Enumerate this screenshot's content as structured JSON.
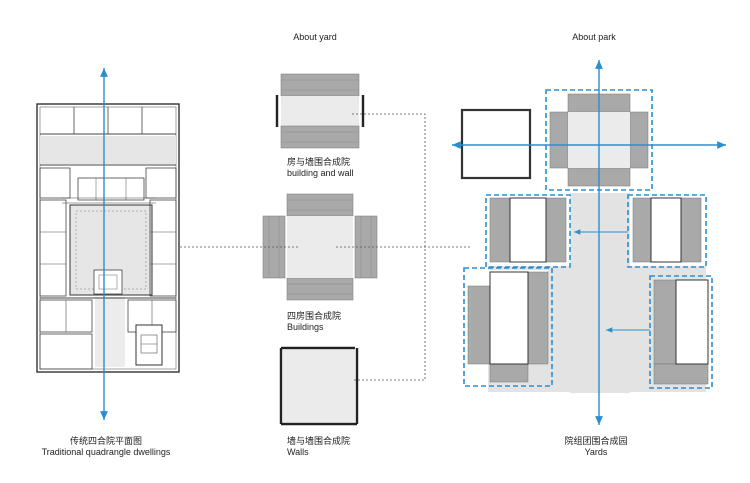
{
  "headers": {
    "about_yard": "About yard",
    "about_park": "About park"
  },
  "labels": {
    "traditional_cn": "传统四合院平面图",
    "traditional_en": "Traditional quadrangle dwellings",
    "building_wall_cn": "房与墙围合成院",
    "building_wall_en": "building and wall",
    "buildings_cn": "四房围合成院",
    "buildings_en": "Buildings",
    "walls_cn": "墙与墙围合成院",
    "walls_en": "Walls",
    "yards_cn": "院组团围合成园",
    "yards_en": "Yards"
  },
  "colors": {
    "axis_blue": "#2a8fcf",
    "building_gray": "#a9a9a9",
    "yard_light": "#ebebeb",
    "wall_dark": "#222222"
  }
}
